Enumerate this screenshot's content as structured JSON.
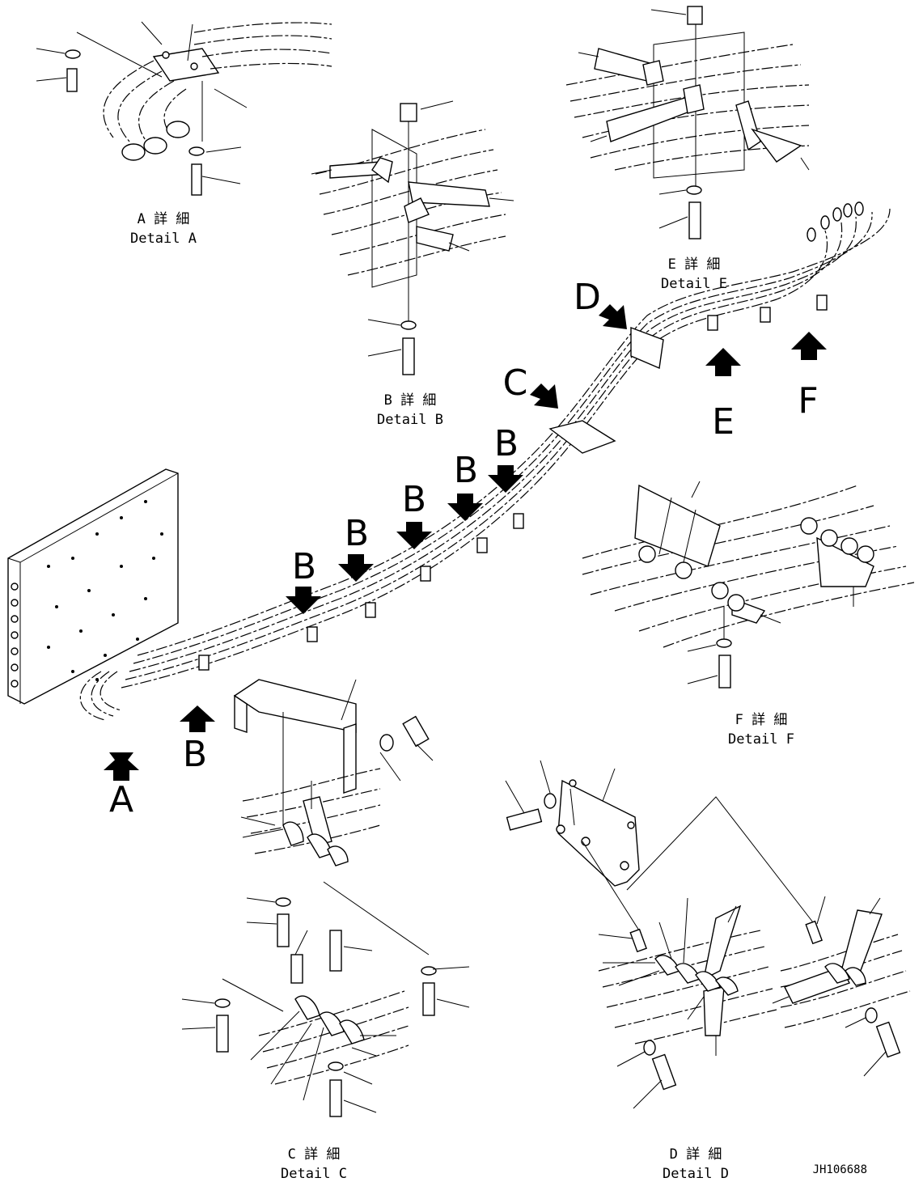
{
  "detail_labels": {
    "a": {
      "jp": "A 詳 細",
      "en": "Detail A"
    },
    "b": {
      "jp": "B 詳 細",
      "en": "Detail B"
    },
    "c": {
      "jp": "C 詳 細",
      "en": "Detail C"
    },
    "d": {
      "jp": "D 詳 細",
      "en": "Detail D"
    },
    "e": {
      "jp": "E 詳 細",
      "en": "Detail E"
    },
    "f": {
      "jp": "F 詳 細",
      "en": "Detail F"
    }
  },
  "callouts": {
    "a": "A",
    "b": "B",
    "c": "C",
    "d": "D",
    "e": "E",
    "f": "F"
  },
  "drawing_number": "JH106688"
}
